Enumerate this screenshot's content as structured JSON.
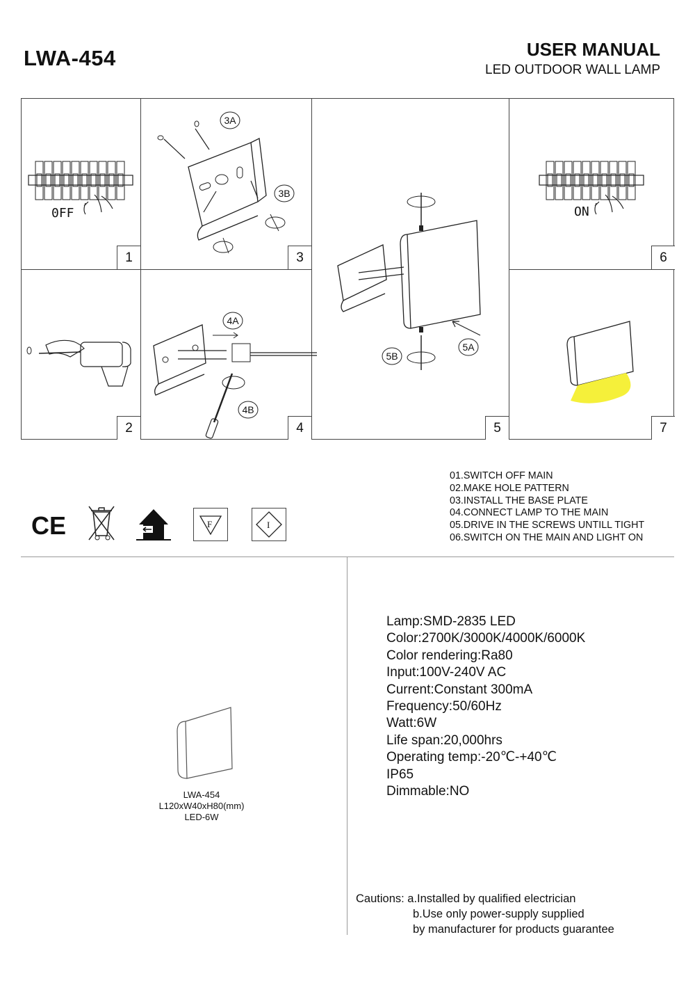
{
  "header": {
    "model": "LWA-454",
    "title": "USER MANUAL",
    "subtitle": "LED OUTDOOR WALL LAMP"
  },
  "steps": [
    {
      "number": "1",
      "label": "0FF"
    },
    {
      "number": "2"
    },
    {
      "number": "3",
      "callouts": [
        "3A",
        "3B"
      ]
    },
    {
      "number": "4",
      "callouts": [
        "4A",
        "4B"
      ]
    },
    {
      "number": "5",
      "callouts": [
        "5A",
        "5B"
      ]
    },
    {
      "number": "6",
      "label": "ON"
    },
    {
      "number": "7"
    }
  ],
  "certifications": {
    "ce": "CE",
    "f_mark": "F",
    "i_mark": "I",
    "icons": [
      "ce-mark-icon",
      "weee-bin-icon",
      "indoor-outdoor-icon",
      "f-mark-icon",
      "i-mark-icon"
    ]
  },
  "instructions": [
    "01.SWITCH OFF MAIN",
    "02.MAKE HOLE PATTERN",
    "03.INSTALL THE BASE PLATE",
    "04.CONNECT LAMP TO THE MAIN",
    "05.DRIVE IN THE SCREWS UNTILL TIGHT",
    "06.SWITCH ON THE MAIN AND LIGHT ON"
  ],
  "product": {
    "name": "LWA-454",
    "dimensions": "L120xW40xH80(mm)",
    "power": "LED-6W"
  },
  "specs": [
    {
      "label": "Lamp",
      "sep": ":",
      "value": "SMD-2835 LED"
    },
    {
      "label": "Color",
      "sep": ":",
      "value": "2700K/3000K/4000K/6000K"
    },
    {
      "label": "Color rendering",
      "sep": ":",
      "value": "Ra80"
    },
    {
      "label": "Input",
      "sep": ":",
      "value": "100V-240V AC"
    },
    {
      "label": "Current",
      "sep": ":",
      "value": "Constant 300mA"
    },
    {
      "label": "Frequency",
      "sep": ":",
      "value": "50/60Hz"
    },
    {
      "label": " Watt",
      "sep": ":",
      "value": "6W"
    },
    {
      "label": "Life span",
      "sep": ":",
      "value": "20,000hrs"
    },
    {
      "label": "Operating temp",
      "sep": ":",
      "value": "-20℃-+40℃"
    },
    {
      "label": "IP65",
      "sep": "",
      "value": ""
    },
    {
      "label": "Dimmable",
      "sep": ":",
      "value": "NO"
    }
  ],
  "cautions": [
    "Cautions: a.Installed by qualified electrician",
    "b.Use only power-supply supplied",
    " by manufacturer for products guarantee"
  ],
  "colors": {
    "line": "#444444",
    "light_beam": "#f5f03a"
  }
}
